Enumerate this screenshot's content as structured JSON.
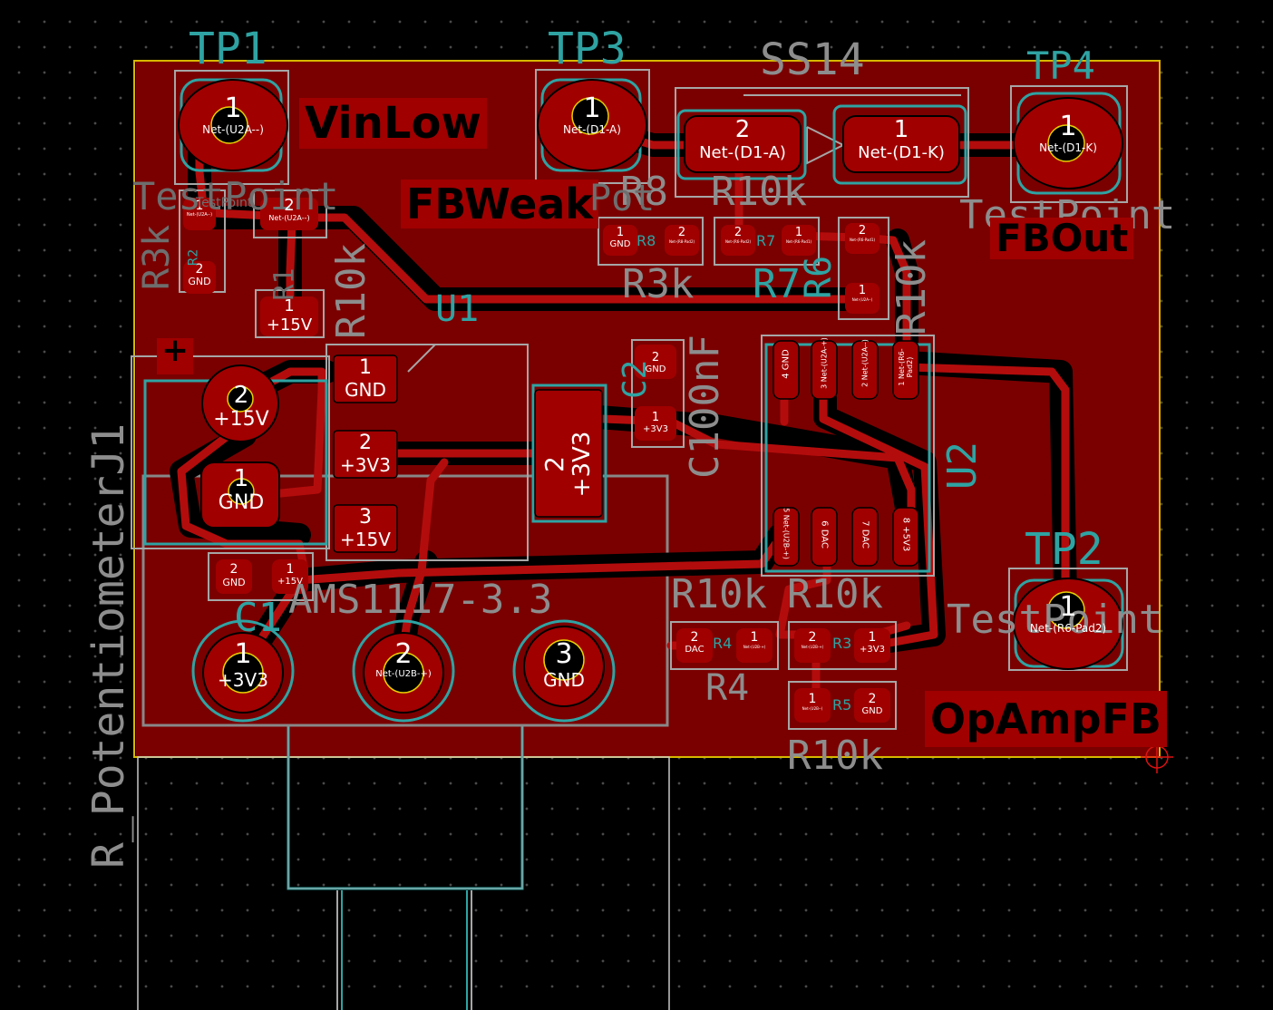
{
  "view": {
    "title": "PCB layout editor view"
  },
  "colors": {
    "background": "#000000",
    "copper_fill": "#7a0000",
    "copper_track": "#b00a0a",
    "pad": "#a00000",
    "silk": "#a6a6a6",
    "courtyard": "#2fa3a3",
    "edge": "#d6b800",
    "drill": "#e8d000"
  },
  "labels": {
    "vinlow": "VinLow",
    "fbweak": "FBWeak",
    "fbout": "FBOut",
    "opampfb": "OpAmpFB",
    "plus": "+"
  },
  "refs": {
    "tp1": "TP1",
    "tp2": "TP2",
    "tp3": "TP3",
    "tp4": "TP4",
    "ss14": "SS14",
    "testpoint_a": "TestPoint",
    "testpoint_b": "TestPoint",
    "testpoint_c": "TestPoint",
    "r10k_top": "R10k",
    "r8": "R8",
    "r3k_mid": "R3k",
    "r7": "R7",
    "r6": "R6",
    "r10k_r6": "R10k",
    "u1": "U1",
    "u2": "U2",
    "j1": "R_PotentiometerJ1",
    "ams": "AMS1117-3.3",
    "c1": "C1",
    "c2": "C2",
    "c100nf": "C100nF",
    "r10k_bot1": "R10k",
    "r10k_bot2": "R10k",
    "r10k_r5": "R10k",
    "r4": "R4",
    "r3": "R3",
    "r5": "R5",
    "r3k_left": "R3k",
    "r2": "R2",
    "r1": "R1",
    "r10k_r1": "R10k",
    "tp1_fp": "TestPoint",
    "pot_side": "Pot"
  },
  "pads": {
    "tp1": {
      "num": "1",
      "net": "Net-(U2A--)"
    },
    "tp3": {
      "num": "1",
      "net": "Net-(D1-A)"
    },
    "tp4": {
      "num": "1",
      "net": "Net-(D1-K)"
    },
    "tp2": {
      "num": "1",
      "net": "Net-(R6-Pad2)"
    },
    "d1_2": {
      "num": "2",
      "net": "Net-(D1-A)"
    },
    "d1_1": {
      "num": "1",
      "net": "Net-(D1-K)"
    },
    "r1_1": {
      "num": "1",
      "net": "+15V"
    },
    "r1_2": {
      "num": "2",
      "net": "Net-(U2A--)"
    },
    "r2_1": {
      "num": "1",
      "net": "Net-(U2A--)"
    },
    "r2_2": {
      "num": "2",
      "net": "GND"
    },
    "r8_1": {
      "num": "1",
      "net": "GND"
    },
    "r8_2": {
      "num": "2",
      "net": "Net-(R8-Pad2)"
    },
    "r7_2": {
      "num": "2",
      "net": "Net-(R6-Pad2)"
    },
    "r7_1": {
      "num": "1",
      "net": "Net-(R6-Pad1)"
    },
    "r6_2": {
      "num": "2",
      "net": "Net-(R6-Pad1)"
    },
    "r6_1": {
      "num": "1",
      "net": "Net-(U2A--)"
    },
    "u1_1": {
      "num": "1",
      "net": "GND"
    },
    "u1_2": {
      "num": "2",
      "net": "+3V3"
    },
    "u1_3": {
      "num": "3",
      "net": "+15V"
    },
    "u1_tab": {
      "num": "2",
      "net": "+3V3"
    },
    "j_2": {
      "num": "2",
      "net": "+15V"
    },
    "j_1": {
      "num": "1",
      "net": "GND"
    },
    "c1_2": {
      "num": "2",
      "net": "GND"
    },
    "c1_1": {
      "num": "1",
      "net": "+15V"
    },
    "c2_2": {
      "num": "2",
      "net": "GND"
    },
    "c2_1": {
      "num": "1",
      "net": "+3V3"
    },
    "u2_4": {
      "num": "4",
      "net": "GND"
    },
    "u2_3": {
      "num": "3",
      "net": "Net-(U2A-+)"
    },
    "u2_2": {
      "num": "2",
      "net": "Net-(U2A--)"
    },
    "u2_1": {
      "num": "1",
      "net": "Net-(R6-Pad2)"
    },
    "u2_5": {
      "num": "5",
      "net": "Net-(U2B-+)"
    },
    "u2_6": {
      "num": "6",
      "net": "DAC"
    },
    "u2_7": {
      "num": "7",
      "net": "DAC"
    },
    "u2_8": {
      "num": "8",
      "net": "+5V3"
    },
    "pot_1": {
      "num": "1",
      "net": "+3V3"
    },
    "pot_2": {
      "num": "2",
      "net": "Net-(U2B-+)"
    },
    "pot_3": {
      "num": "3",
      "net": "GND"
    },
    "r4_2": {
      "num": "2",
      "net": "DAC"
    },
    "r4_1": {
      "num": "1",
      "net": "Net-(U2B-+)"
    },
    "r3_2": {
      "num": "2",
      "net": "Net-(U2B-+)"
    },
    "r3_1": {
      "num": "1",
      "net": "+3V3"
    },
    "r5_1": {
      "num": "1",
      "net": "Net-(U2B--)"
    },
    "r5_2": {
      "num": "2",
      "net": "GND"
    }
  }
}
